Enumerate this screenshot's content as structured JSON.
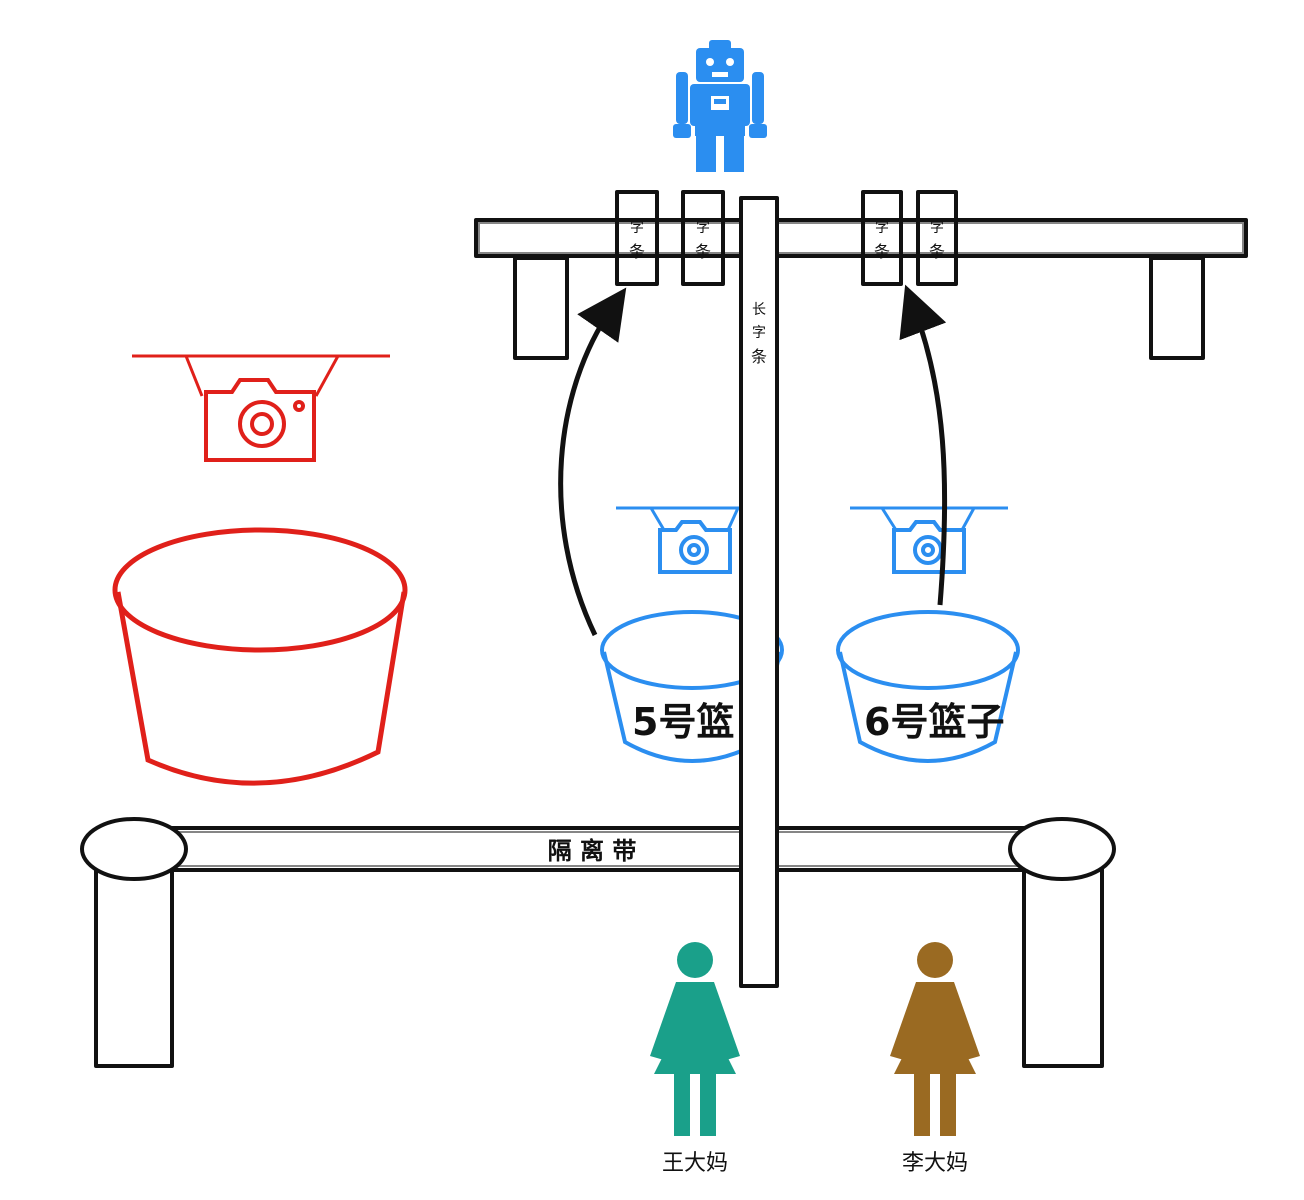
{
  "labels": {
    "note_short": "字条",
    "note_short_top": "字",
    "note_short_bottom": "条",
    "long_note_1": "长",
    "long_note_2": "字",
    "long_note_3": "条",
    "basket_5": "5号篮",
    "basket_6": "6号篮子",
    "barrier": "隔 离 带",
    "person_left": "王大妈",
    "person_right": "李大妈"
  },
  "colors": {
    "ink": "#111111",
    "red": "#e0201a",
    "blue": "#2b8ef0",
    "teal": "#1aa08a",
    "brown": "#9a6a22"
  },
  "icons": {
    "robot": "robot-icon",
    "camera": "camera-icon",
    "person": "woman-icon"
  }
}
